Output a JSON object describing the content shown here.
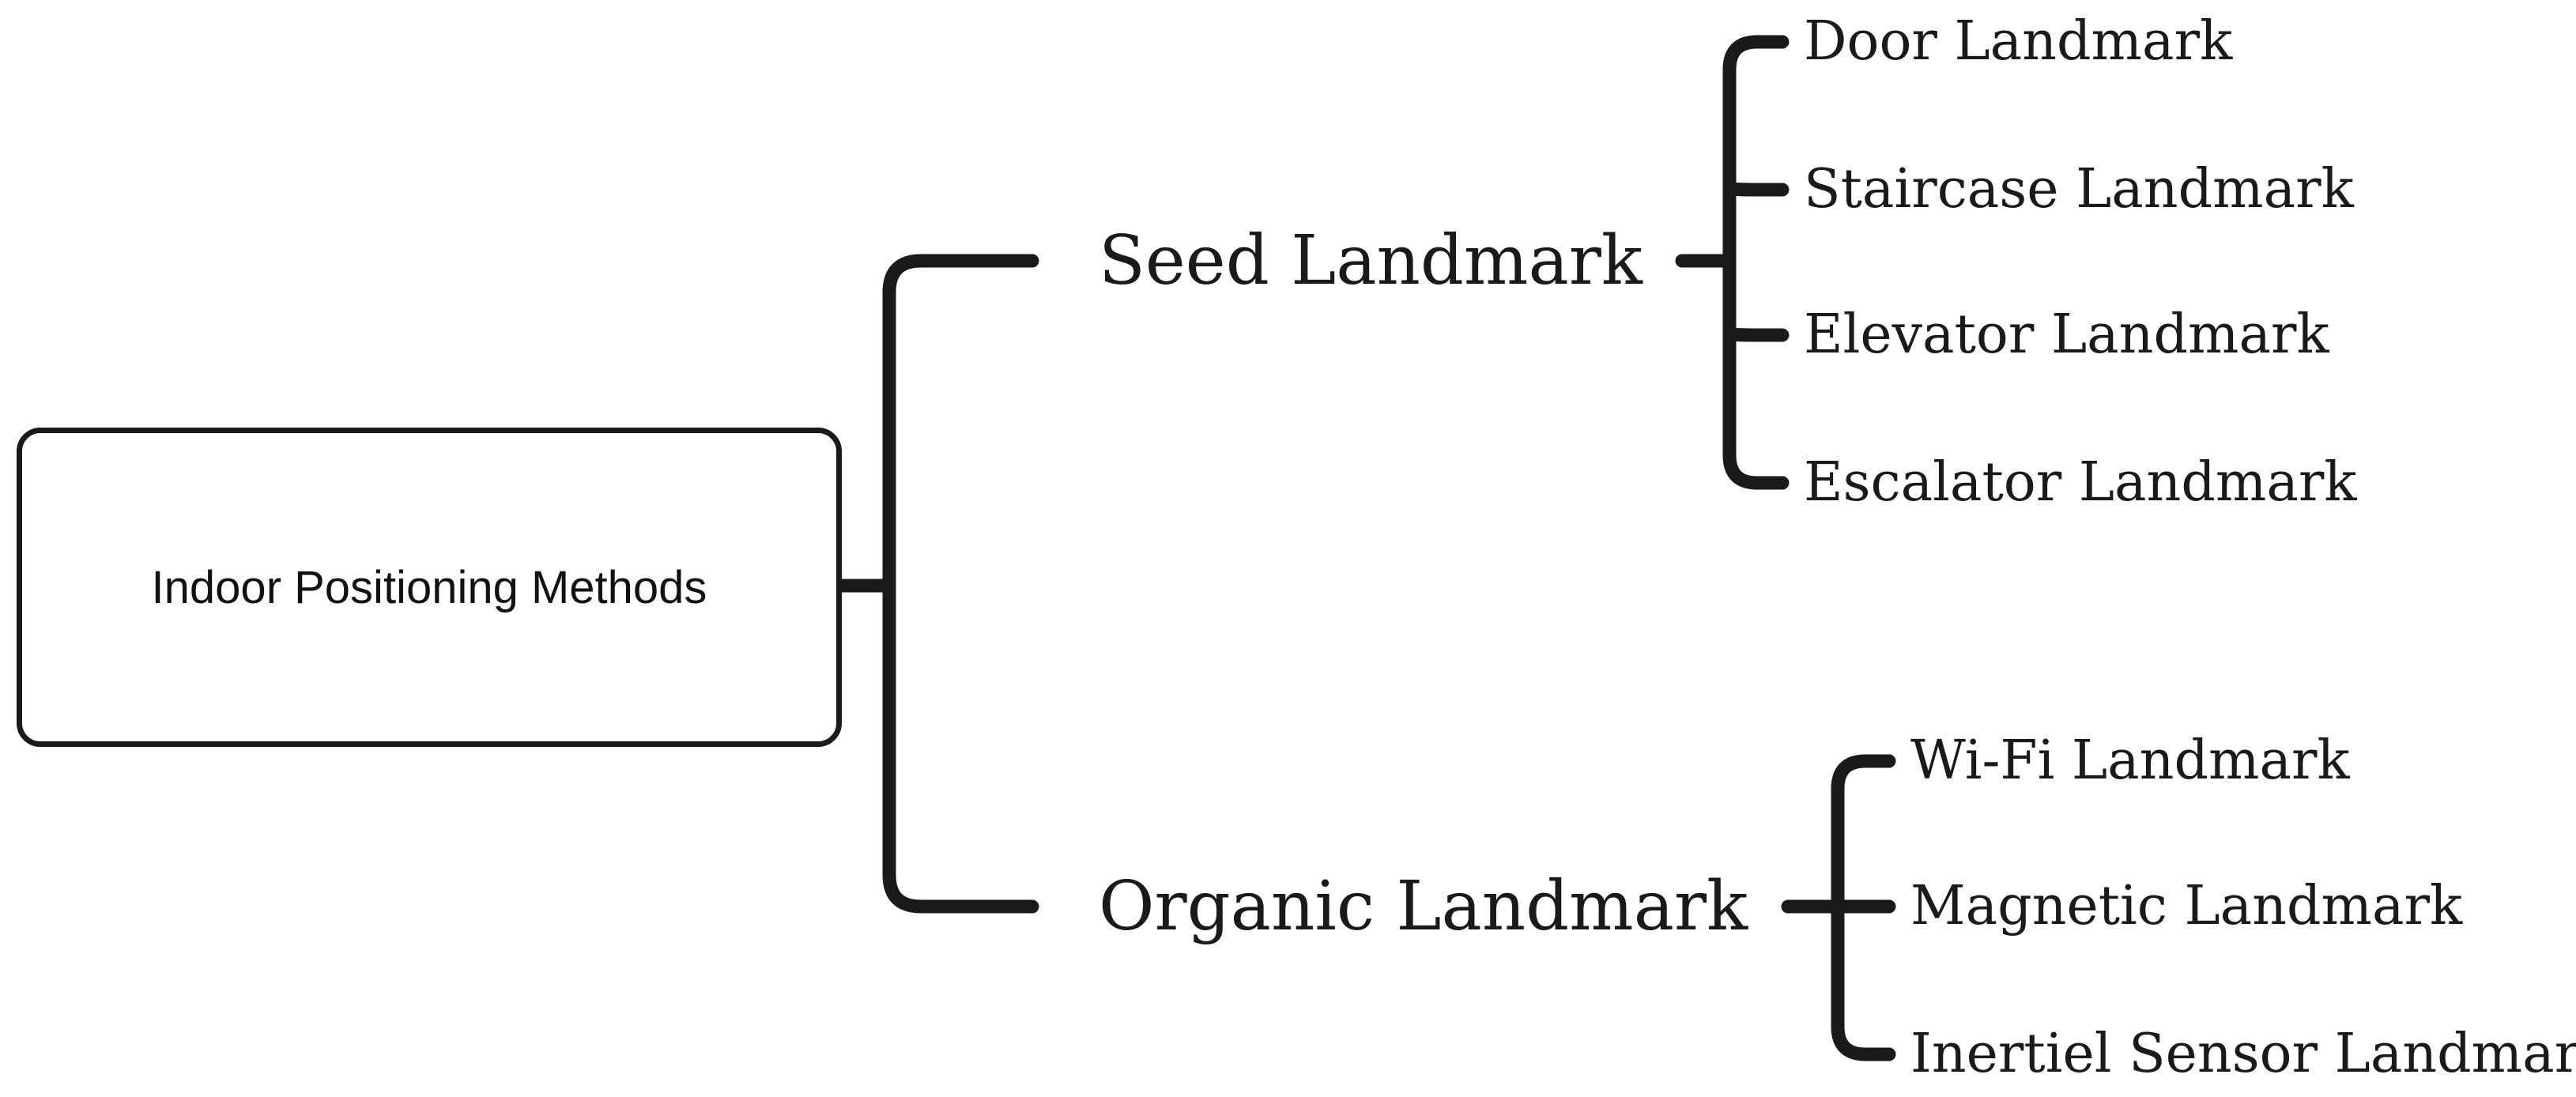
{
  "root": {
    "label": "Indoor Positioning Methods"
  },
  "branches": [
    {
      "label": "Seed Landmark",
      "children": [
        "Door Landmark",
        "Staircase Landmark",
        "Elevator Landmark",
        "Escalator Landmark"
      ]
    },
    {
      "label": "Organic Landmark",
      "children": [
        "Wi-Fi Landmark",
        "Magnetic Landmark",
        "Inertiel Sensor Landmark"
      ]
    }
  ]
}
